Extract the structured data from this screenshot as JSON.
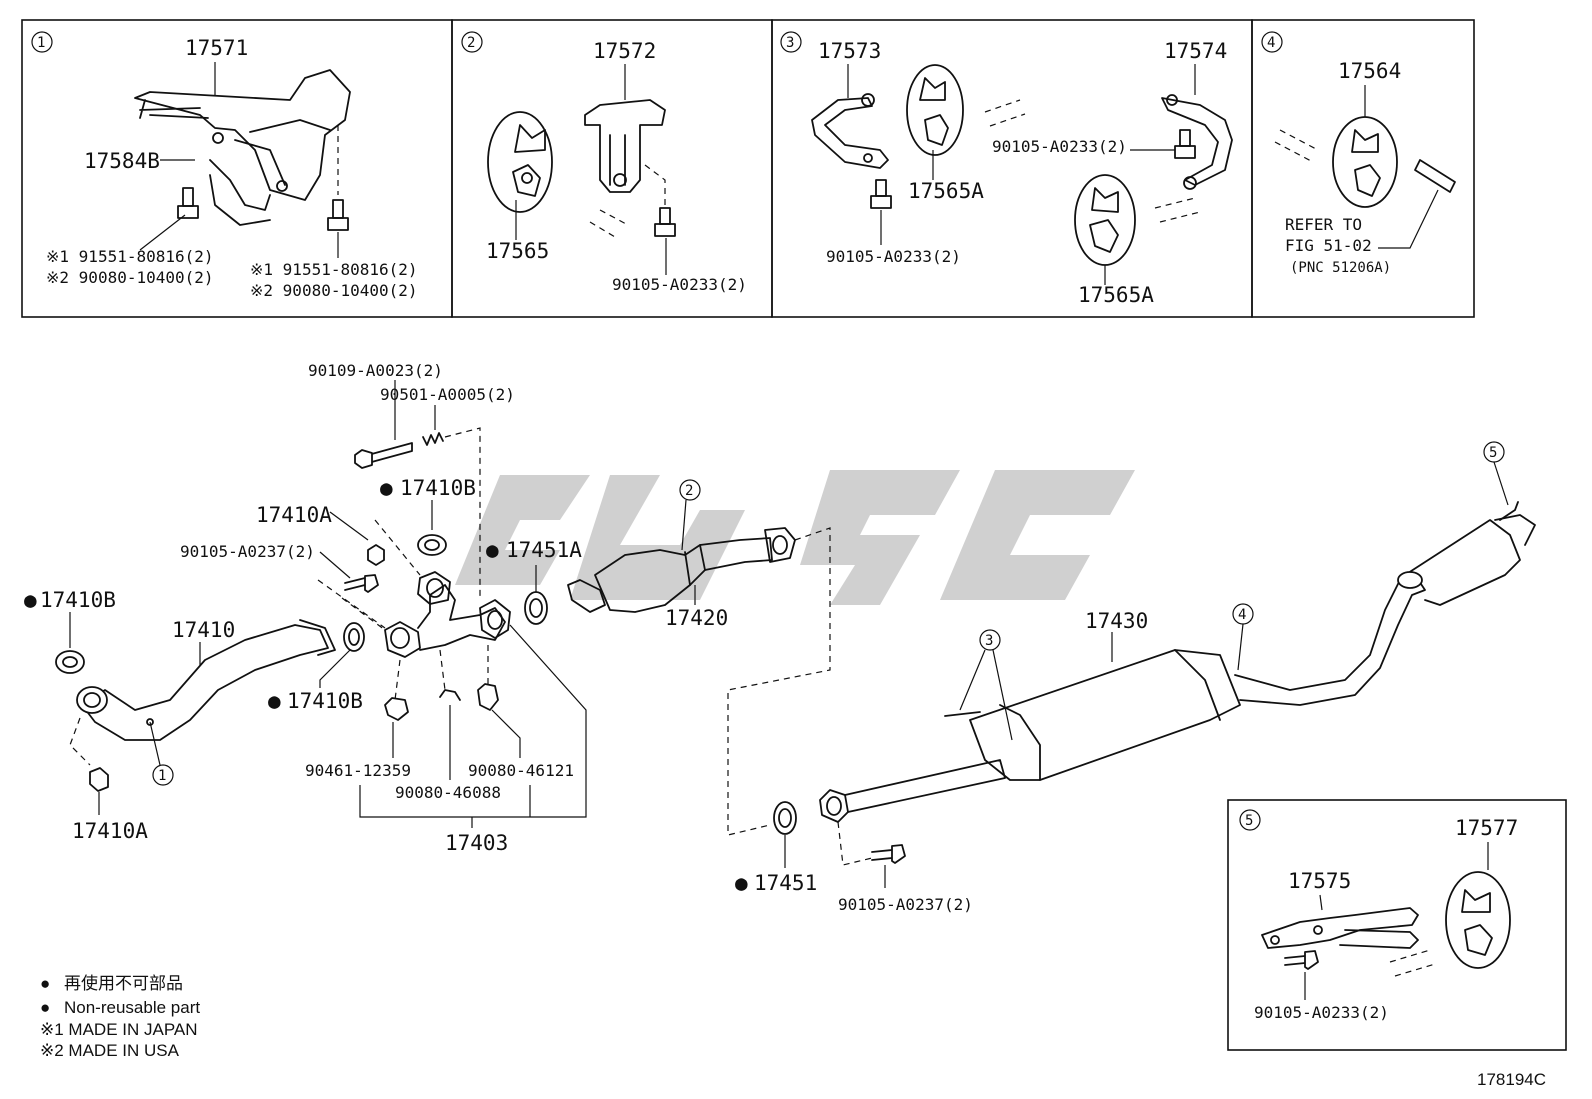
{
  "inset_panels": [
    {
      "circle": "1",
      "parts": [
        "17571",
        "17584B"
      ],
      "bolt_notes": [
        "※1 91551-80816(2)",
        "※2 90080-10400(2)"
      ],
      "bolt_notes_2": [
        "※1 91551-80816(2)",
        "※2 90080-10400(2)"
      ]
    },
    {
      "circle": "2",
      "parts": [
        "17572",
        "17565"
      ],
      "bolt": "90105-A0233(2)"
    },
    {
      "circle": "3",
      "parts": [
        "17573",
        "17574",
        "17565A",
        "17565A"
      ],
      "bolts": [
        "90105-A0233(2)",
        "90105-A0233(2)"
      ]
    },
    {
      "circle": "4",
      "parts": [
        "17564"
      ],
      "refer": [
        "REFER TO",
        "FIG 51-02",
        "(PNC 51206A)"
      ]
    }
  ],
  "main_labels": {
    "bolt_a": "90109-A0023(2)",
    "spring_a": "90501-A0005(2)",
    "gasket_17410b_top": "17410B",
    "nut_17410a": "17410A",
    "bolt_0237_left": "90105-A0237(2)",
    "gasket_17410b_left": "17410B",
    "front_pipe": "17410",
    "gasket_17410b_mid": "17410B",
    "nut_17410a_bottom": "17410A",
    "gasket_17451a": "17451A",
    "converter": "17420",
    "clamp_1": "90461-12359",
    "clamp_2": "90080-46088",
    "clamp_3": "90080-46121",
    "assembly": "17403",
    "gasket_17451": "17451",
    "bolt_0237_bottom": "90105-A0237(2)",
    "muffler": "17430"
  },
  "callouts": [
    "1",
    "2",
    "3",
    "4",
    "5"
  ],
  "inset_5": {
    "circle": "5",
    "parts": [
      "17575",
      "17577"
    ],
    "bolt": "90105-A0233(2)"
  },
  "legend": [
    {
      "marker": "●",
      "text": "再使用不可部品"
    },
    {
      "marker": "●",
      "text": "Non-reusable part"
    },
    {
      "marker": "",
      "text": "※1 MADE IN JAPAN"
    },
    {
      "marker": "",
      "text": "※2 MADE IN USA"
    }
  ],
  "figure_id": "178194C",
  "colors": {
    "line": "#111111",
    "watermark": "#c8c8c8",
    "background": "#ffffff"
  }
}
